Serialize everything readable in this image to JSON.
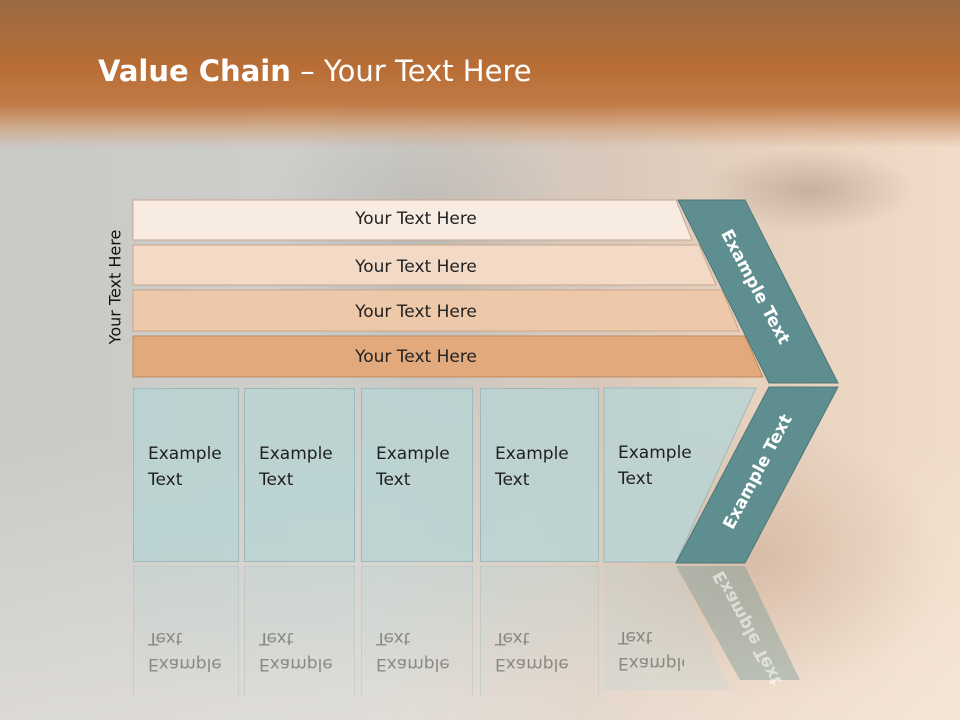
{
  "title": {
    "bold": "Value Chain",
    "separator": " – ",
    "rest": "Your Text Here"
  },
  "vertical_label": "Your Text Here",
  "tabs": [
    "Your Text Here",
    "Your Text Here",
    "Your Text Here",
    "Your Text Here"
  ],
  "boxes": [
    {
      "line1": "Example",
      "line2": "Text"
    },
    {
      "line1": "Example",
      "line2": "Text"
    },
    {
      "line1": "Example",
      "line2": "Text"
    },
    {
      "line1": "Example",
      "line2": "Text"
    },
    {
      "line1": "Example",
      "line2": "Text"
    }
  ],
  "chevron": {
    "upper": "Example Text",
    "lower": "Example Text"
  },
  "colors": {
    "header": "#b86d35",
    "tab1": "#f7e9df",
    "tab2": "#f3d9c4",
    "tab3": "#edc9aa",
    "tab4": "#e2a97d",
    "box": "#b9d4d4",
    "chevron": "#5e8e8f"
  }
}
